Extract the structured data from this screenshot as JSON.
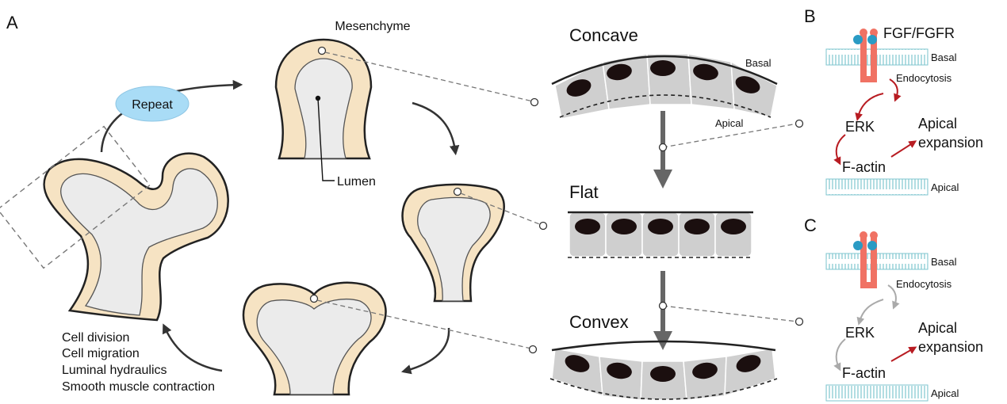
{
  "panels": {
    "a": "A",
    "b": "B",
    "c": "C"
  },
  "labels": {
    "mesenchyme": "Mesenchyme",
    "lumen": "Lumen",
    "repeat": "Repeat",
    "mechanisms": [
      "Cell division",
      "Cell migration",
      "Luminal hydraulics",
      "Smooth muscle contraction"
    ]
  },
  "shapes": {
    "concave": "Concave",
    "flat": "Flat",
    "convex": "Convex",
    "basal": "Basal",
    "apical": "Apical"
  },
  "signaling_b": {
    "receptor": "FGF/FGFR",
    "basal": "Basal",
    "endocytosis": "Endocytosis",
    "erk": "ERK",
    "factin": "F-actin",
    "apical_expansion_1": "Apical",
    "apical_expansion_2": "expansion",
    "apical": "Apical"
  },
  "signaling_c": {
    "basal": "Basal",
    "endocytosis": "Endocytosis",
    "erk": "ERK",
    "factin": "F-actin",
    "apical_expansion_1": "Apical",
    "apical_expansion_2": "expansion",
    "apical": "Apical"
  },
  "colors": {
    "epithelium": "#f6e3c3",
    "lumen_fill": "#efefef",
    "cell": "#cfcfcf",
    "nucleus": "#1b0f0f",
    "membrane": "#7fc6cf",
    "receptor": "#f07264",
    "ligand": "#2a9bc4",
    "active_arrow": "#b81c22",
    "inactive_arrow": "#aaaaaa",
    "repeat_bubble": "#a9dcf6"
  }
}
